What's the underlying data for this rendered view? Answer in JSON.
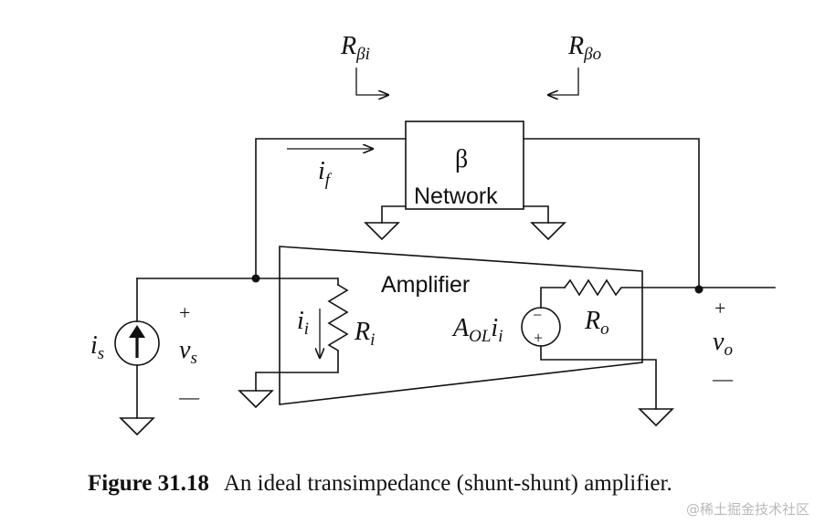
{
  "labels": {
    "r_beta_i_main": "R",
    "r_beta_i_sub": "βi",
    "r_beta_o_main": "R",
    "r_beta_o_sub": "βo",
    "beta_symbol": "β",
    "network": "Network",
    "i_f_main": "i",
    "i_f_sub": "f",
    "amplifier": "Amplifier",
    "i_i_main": "i",
    "i_i_sub": "i",
    "r_i_main": "R",
    "r_i_sub": "i",
    "a_ol_main": "A",
    "a_ol_sub": "OL",
    "a_ol_i": "i",
    "a_ol_i_sub": "i",
    "r_o_main": "R",
    "r_o_sub": "o",
    "i_s_main": "i",
    "i_s_sub": "s",
    "v_s_main": "v",
    "v_s_sub": "s",
    "v_o_main": "v",
    "v_o_sub": "o",
    "plus": "+",
    "minus": "—",
    "src_plus": "+",
    "src_minus": "−"
  },
  "caption": {
    "number": "Figure 31.18",
    "text": "An ideal transimpedance (shunt-shunt) amplifier."
  },
  "watermark": "@稀土掘金技术社区"
}
